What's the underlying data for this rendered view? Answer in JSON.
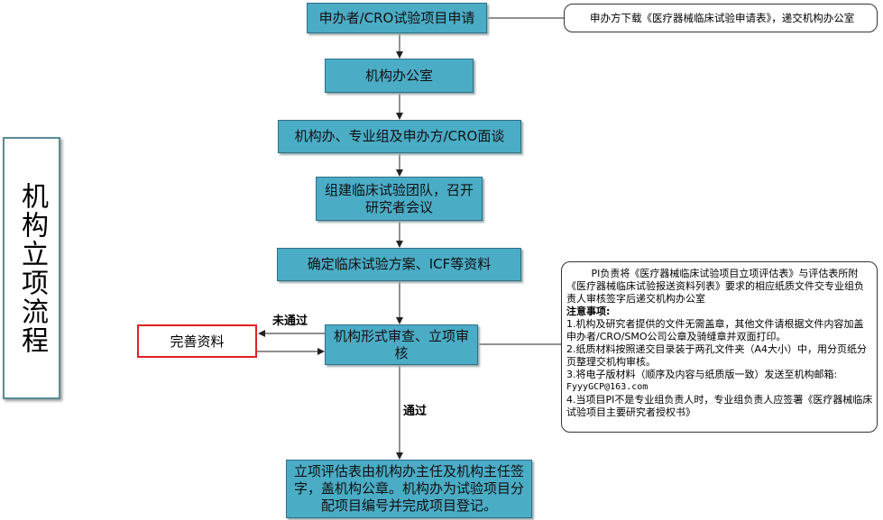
{
  "title": "机构立项流程",
  "steps": [
    "申办者/CRO试验项目申请",
    "机构办公室",
    "机构办、专业组及申办方/CRO面谈",
    "组建临床试验团队，召开研究者会议",
    "确定临床试验方案、ICF等资料",
    "机构形式审查、立项审核",
    "立项评估表由机构办主任及机构主任签字，盖机构公章。机构办为试验项目分配项目编号并完成项目登记。"
  ],
  "fix_box": "完善资料",
  "labels": {
    "fail": "未通过",
    "pass": "通过"
  },
  "callout_top": "申办方下载《医疗器械临床试验申请表》，递交机构办公室",
  "callout_review": {
    "intro": "PI负责将《医疗器械临床试验项目立项评估表》与评估表所附《医疗器械临床试验报送资料列表》要求的相应纸质文件交专业组负责人审核签字后递交机构办公室",
    "heading": "注意事项:",
    "notes": [
      "1.机构及研究者提供的文件无需盖章，其他文件请根据文件内容加盖申办者/CRO/SMO公司公章及骑缝章并双面打印。",
      "2.纸质材料按照递交目录装于两孔文件夹（A4大小）中，用分页纸分页整理交机构审核。",
      "3.将电子版材料（顺序及内容与纸质版一致）发送至机构邮箱:",
      "FyyyGCP@163.com",
      "4.当项目PI不是专业组负责人时，专业组负责人应签署《医疗器械临床试验项目主要研究者授权书》"
    ]
  },
  "colors": {
    "box": "#4bacc6",
    "fix_border": "#e02020"
  }
}
